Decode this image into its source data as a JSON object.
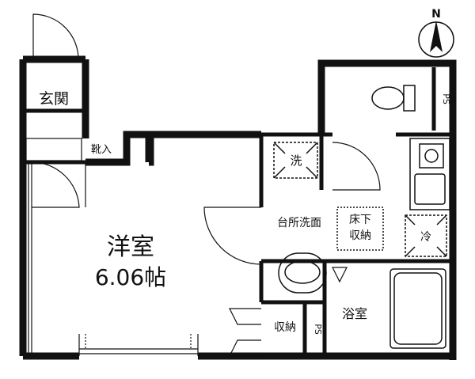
{
  "compass": {
    "north": "N"
  },
  "rooms": {
    "entrance": "玄関",
    "entrance_storage": "靴入",
    "western_room": "洋室",
    "western_room_area": "6.06帖",
    "washer": "洗",
    "kitchen_washroom": "台所洗面",
    "underfloor_storage_line1": "床下",
    "underfloor_storage_line2": "収納",
    "fridge": "冷",
    "closet": "収納",
    "bathroom": "浴室",
    "ps_upper": "PS",
    "ps_lower": "PS"
  }
}
